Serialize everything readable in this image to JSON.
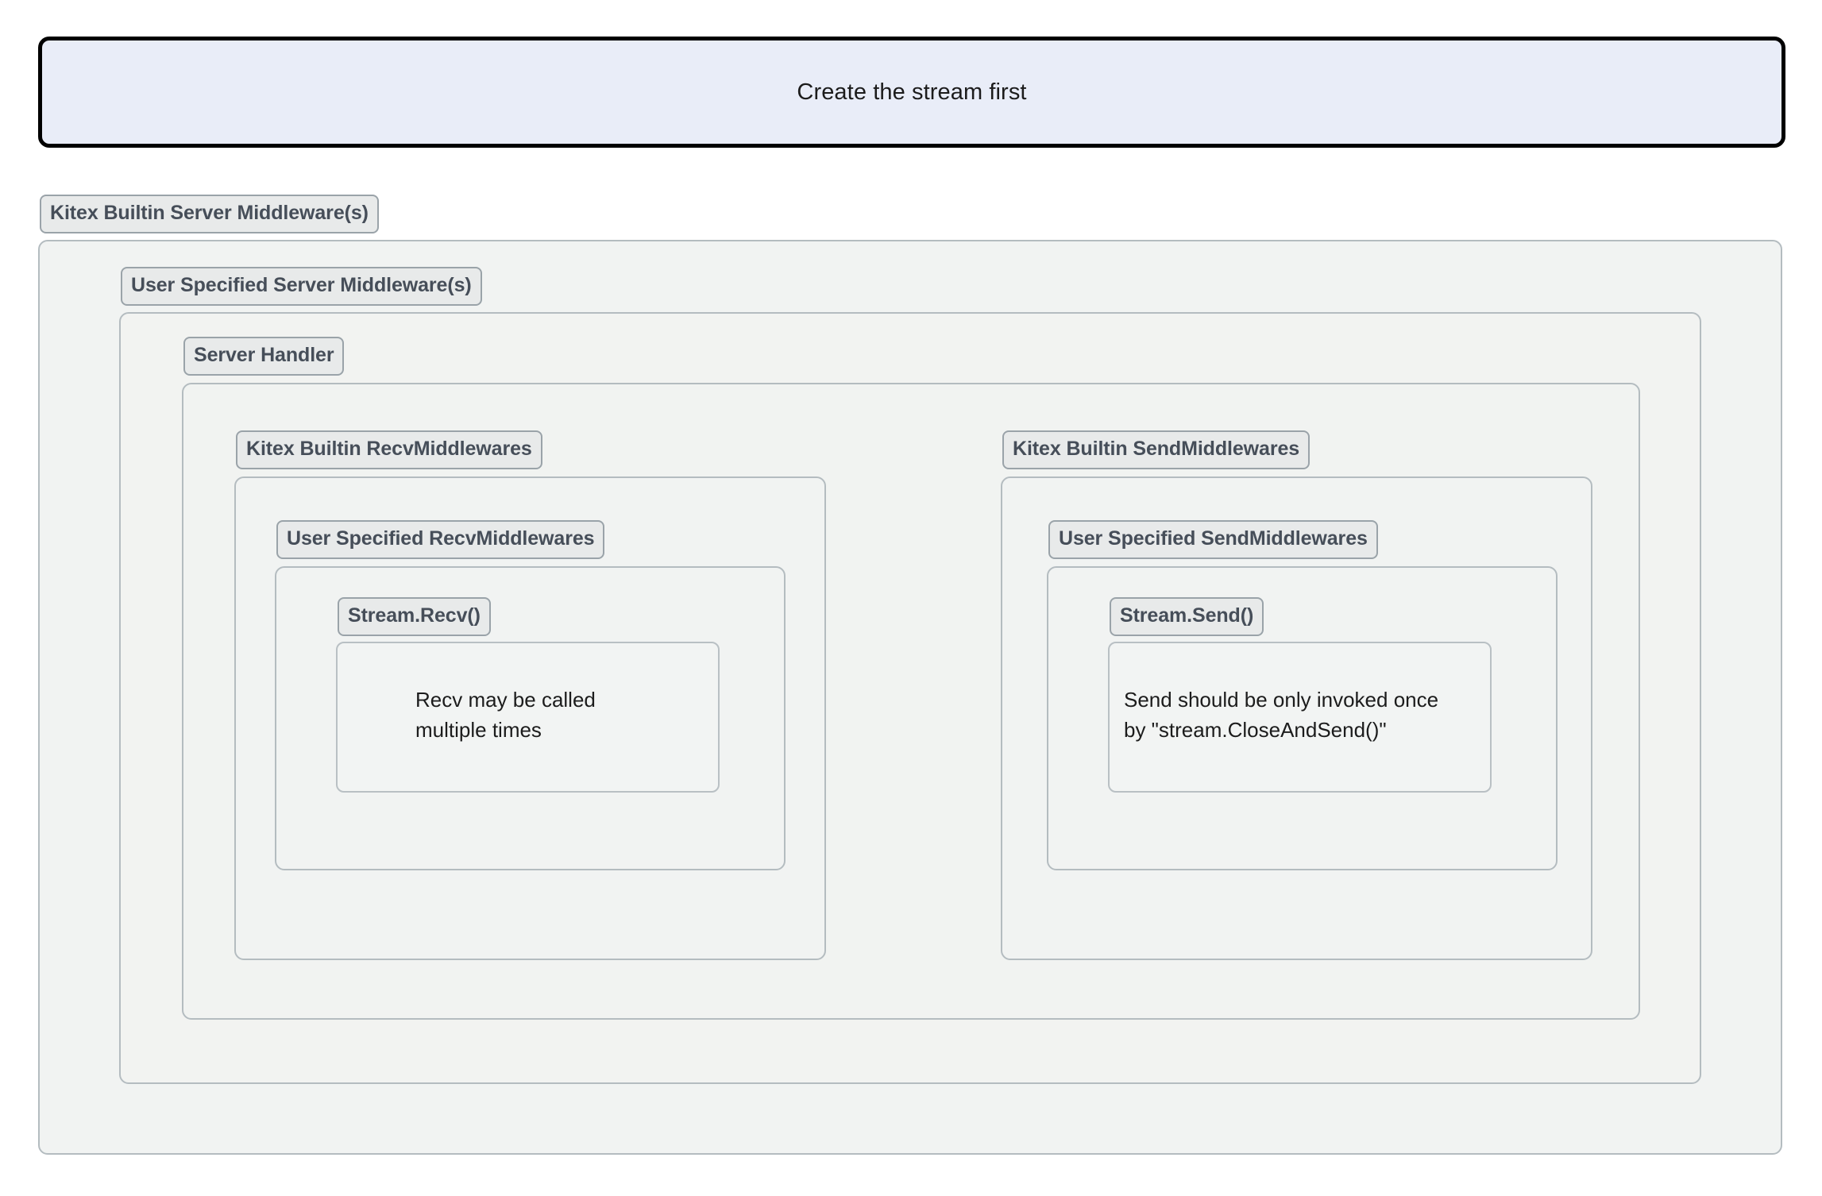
{
  "banner": {
    "text": "Create the stream first",
    "fill": "#e9edf8",
    "border": "#000000"
  },
  "colors": {
    "group_fill": "#f1f3f2",
    "group_border": "#b4bcc0",
    "tag_fill": "#e8eaea",
    "tag_border": "#9aa3a9",
    "tag_text": "#464e59",
    "note_fill": "#f2f4f3",
    "note_border": "#b9c0c4",
    "note_text": "#1c1c1c"
  },
  "groups": {
    "server_middleware": {
      "label": "Kitex Builtin Server Middleware(s)"
    },
    "user_server_middleware": {
      "label": "User Specified Server Middleware(s)"
    },
    "server_handler": {
      "label": "Server Handler"
    },
    "recv_builtin": {
      "label": "Kitex Builtin RecvMiddlewares"
    },
    "recv_user": {
      "label": "User Specified RecvMiddlewares"
    },
    "recv_call": {
      "label": "Stream.Recv()"
    },
    "send_builtin": {
      "label": "Kitex Builtin SendMiddlewares"
    },
    "send_user": {
      "label": "User Specified SendMiddlewares"
    },
    "send_call": {
      "label": "Stream.Send()"
    }
  },
  "notes": {
    "recv": "Recv may be called\nmultiple times",
    "send": "Send should be only invoked once\nby \"stream.CloseAndSend()\""
  }
}
